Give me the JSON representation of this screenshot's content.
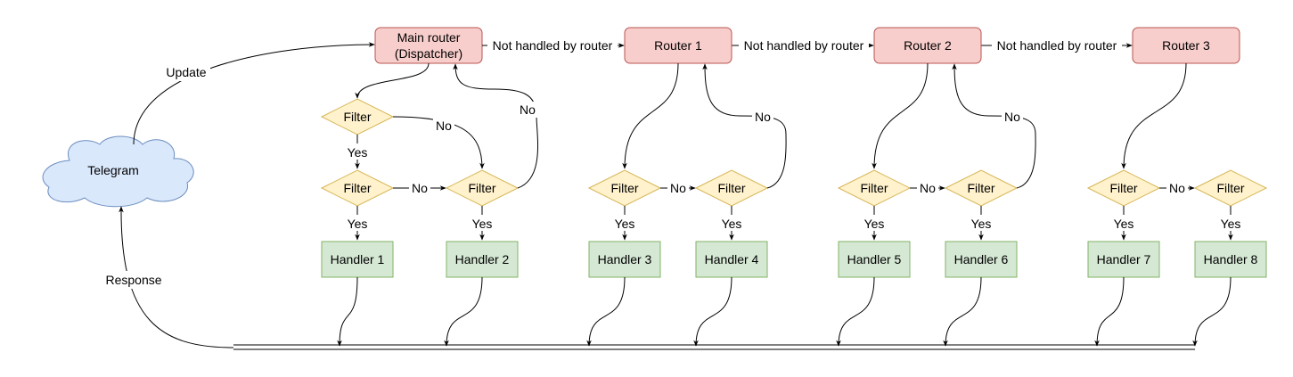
{
  "colors": {
    "router_fill": "#f8cecc",
    "router_stroke": "#b85450",
    "filter_fill": "#fff2cc",
    "filter_stroke": "#d6b656",
    "handler_fill": "#d5e8d4",
    "handler_stroke": "#82b366",
    "cloud_fill": "#dae8fc",
    "cloud_stroke": "#6c8ebf"
  },
  "telegram": {
    "label": "Telegram"
  },
  "update_label": "Update",
  "response_label": "Response",
  "main_router": {
    "line1": "Main router",
    "line2": "(Dispatcher)"
  },
  "routers": [
    {
      "label": "Router 1"
    },
    {
      "label": "Router 2"
    },
    {
      "label": "Router 3"
    }
  ],
  "not_handled_label": "Not handled by router",
  "filter_label": "Filter",
  "yes_label": "Yes",
  "no_label": "No",
  "handlers": [
    {
      "label": "Handler 1"
    },
    {
      "label": "Handler 2"
    },
    {
      "label": "Handler 3"
    },
    {
      "label": "Handler 4"
    },
    {
      "label": "Handler 5"
    },
    {
      "label": "Handler 6"
    },
    {
      "label": "Handler 7"
    },
    {
      "label": "Handler 8"
    }
  ]
}
